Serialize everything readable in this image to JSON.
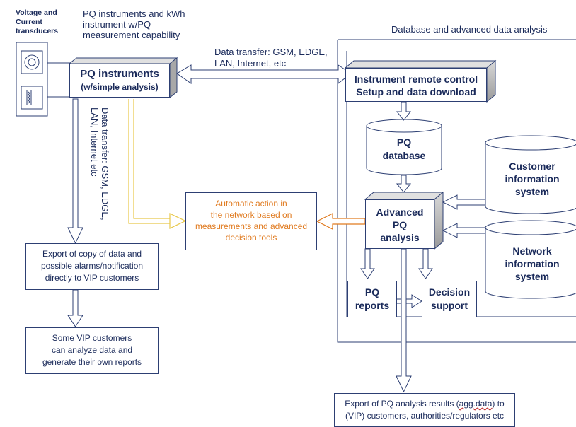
{
  "labels": {
    "transducers": "Voltage and Current transducers",
    "pq_instruments_caption": "PQ instruments and kWh instrument w/PQ measurement capability",
    "db_section_title": "Database and advanced data analysis",
    "data_transfer_horizontal": "Data transfer: GSM, EDGE, LAN, Internet, etc",
    "data_transfer_vertical": "Data transfer: GSM, EDGE, LAN, Internet etc"
  },
  "nodes": {
    "pq_instruments_title": "PQ instruments",
    "pq_instruments_sub": "(w/simple analysis)",
    "remote_control_l1": "Instrument remote control",
    "remote_control_l2": "Setup and data download",
    "pq_database_l1": "PQ",
    "pq_database_l2": "database",
    "customer_info_l1": "Customer",
    "customer_info_l2": "information",
    "customer_info_l3": "system",
    "network_info_l1": "Network",
    "network_info_l2": "information",
    "network_info_l3": "system",
    "advanced_pq_l1": "Advanced",
    "advanced_pq_l2": "PQ",
    "advanced_pq_l3": "analysis",
    "automatic_action_l1": "Automatic action in",
    "automatic_action_l2": "the network based on",
    "automatic_action_l3": "measurements and advanced",
    "automatic_action_l4": "decision tools",
    "export_vip_l1": "Export of copy of data and",
    "export_vip_l2": "possible alarms/notification",
    "export_vip_l3": "directly to VIP customers",
    "vip_reports_l1": "Some VIP customers",
    "vip_reports_l2": "can analyze data and",
    "vip_reports_l3": "generate their own reports",
    "pq_reports_l1": "PQ",
    "pq_reports_l2": "reports",
    "decision_support_l1": "Decision",
    "decision_support_l2": "support",
    "export_results_l1a": "Export of PQ analysis results (",
    "export_results_l1b": "agg.data",
    "export_results_l1c": ") to",
    "export_results_l2": "(VIP) customers, authorities/regulators etc"
  },
  "colors": {
    "navy": "#1a2a5a",
    "border": "#2d3f73",
    "orange": "#e07a1f",
    "yellow": "#e8c84a",
    "shadow": "#b8b8b8"
  }
}
